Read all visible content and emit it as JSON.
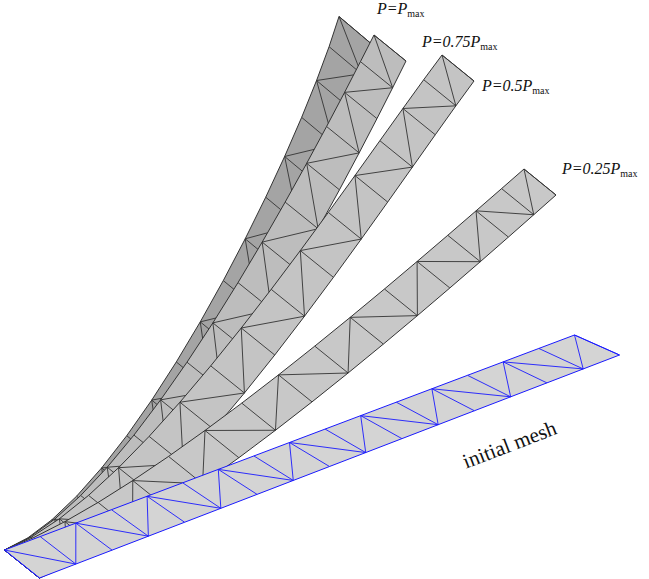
{
  "diagram": {
    "labels": [
      "P=Pmax",
      "P=0.75Pmax",
      "P=0.5Pmax",
      "P=0.25Pmax",
      "initial mesh"
    ]
  }
}
